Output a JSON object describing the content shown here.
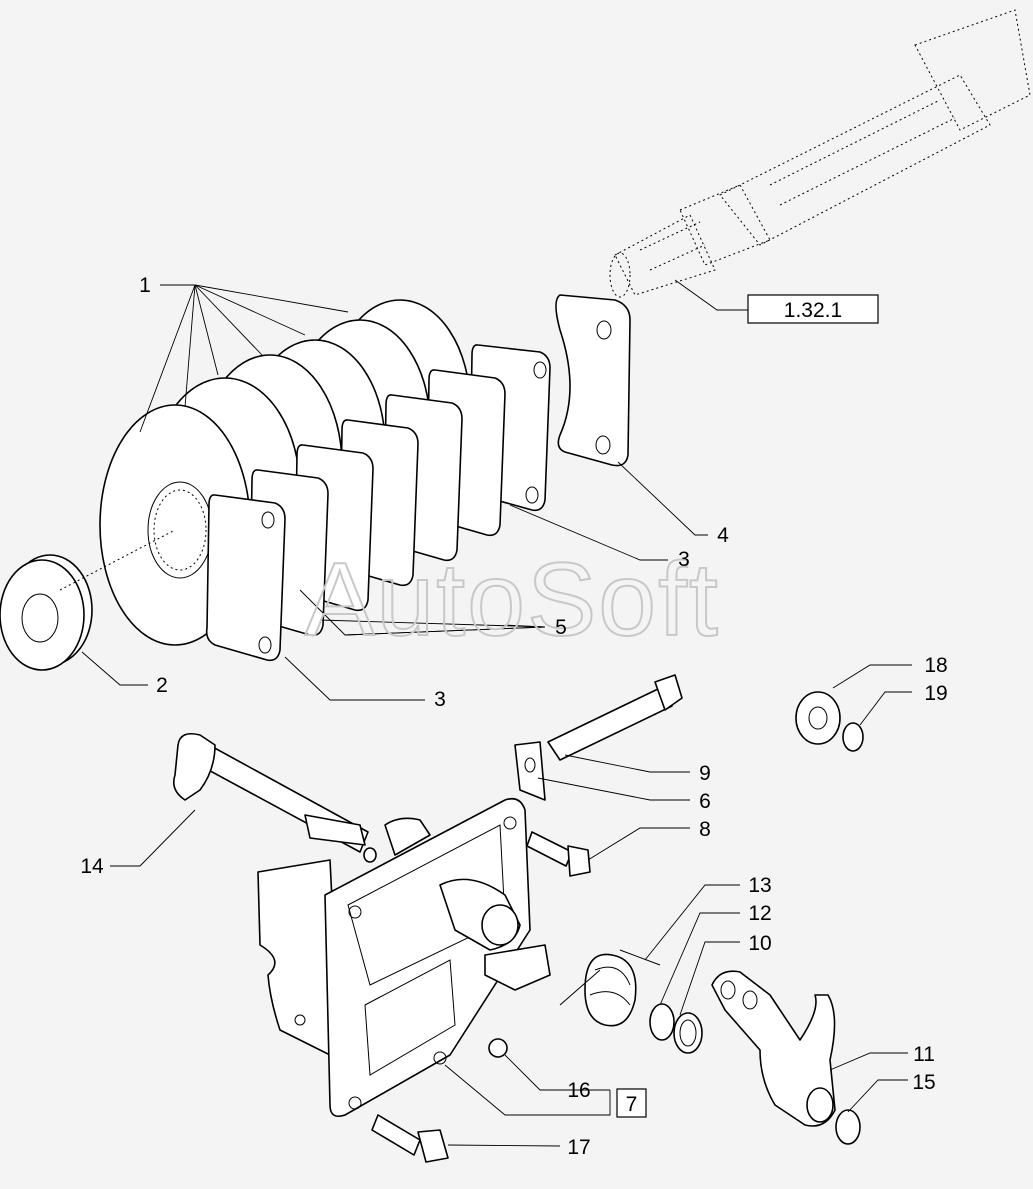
{
  "watermark": "AutoSoft",
  "reference_box": "1.32.1",
  "group_box": "7",
  "callouts": {
    "c1": "1",
    "c2": "2",
    "c3a": "3",
    "c3b": "3",
    "c4": "4",
    "c5": "5",
    "c6": "6",
    "c8": "8",
    "c9": "9",
    "c10": "10",
    "c11": "11",
    "c12": "12",
    "c13": "13",
    "c14": "14",
    "c15": "15",
    "c16": "16",
    "c17": "17",
    "c18": "18",
    "c19": "19"
  }
}
